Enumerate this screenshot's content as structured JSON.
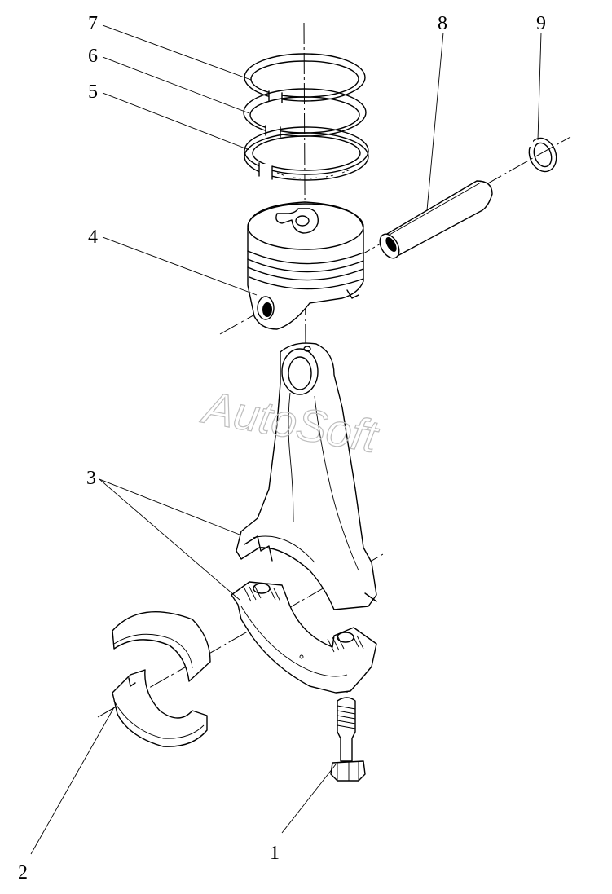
{
  "watermark": "AutoSoft",
  "callouts": {
    "bolt": "1",
    "bearing_shells": "2",
    "rod_and_cap": "3",
    "piston": "4",
    "oil_ring": "5",
    "compression_ring_lower": "6",
    "compression_ring_upper": "7",
    "piston_pin": "8",
    "circlip": "9"
  },
  "colors": {
    "ink": "#000000",
    "paper": "#ffffff",
    "watermark": "#bdbdbd"
  }
}
